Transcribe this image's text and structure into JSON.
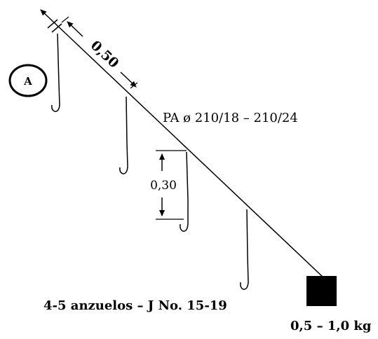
{
  "diagram": {
    "badge": "A",
    "line_label": "PA ø 210/18 – 210/24",
    "hook_spacing_label": "0,50",
    "snood_length_label": "0,30",
    "hooks_label": "4-5 anzuelos – J No. 15-19",
    "sinker_label": "0,5 – 1,0 kg"
  },
  "colors": {
    "ink": "#000000",
    "background": "#ffffff"
  }
}
